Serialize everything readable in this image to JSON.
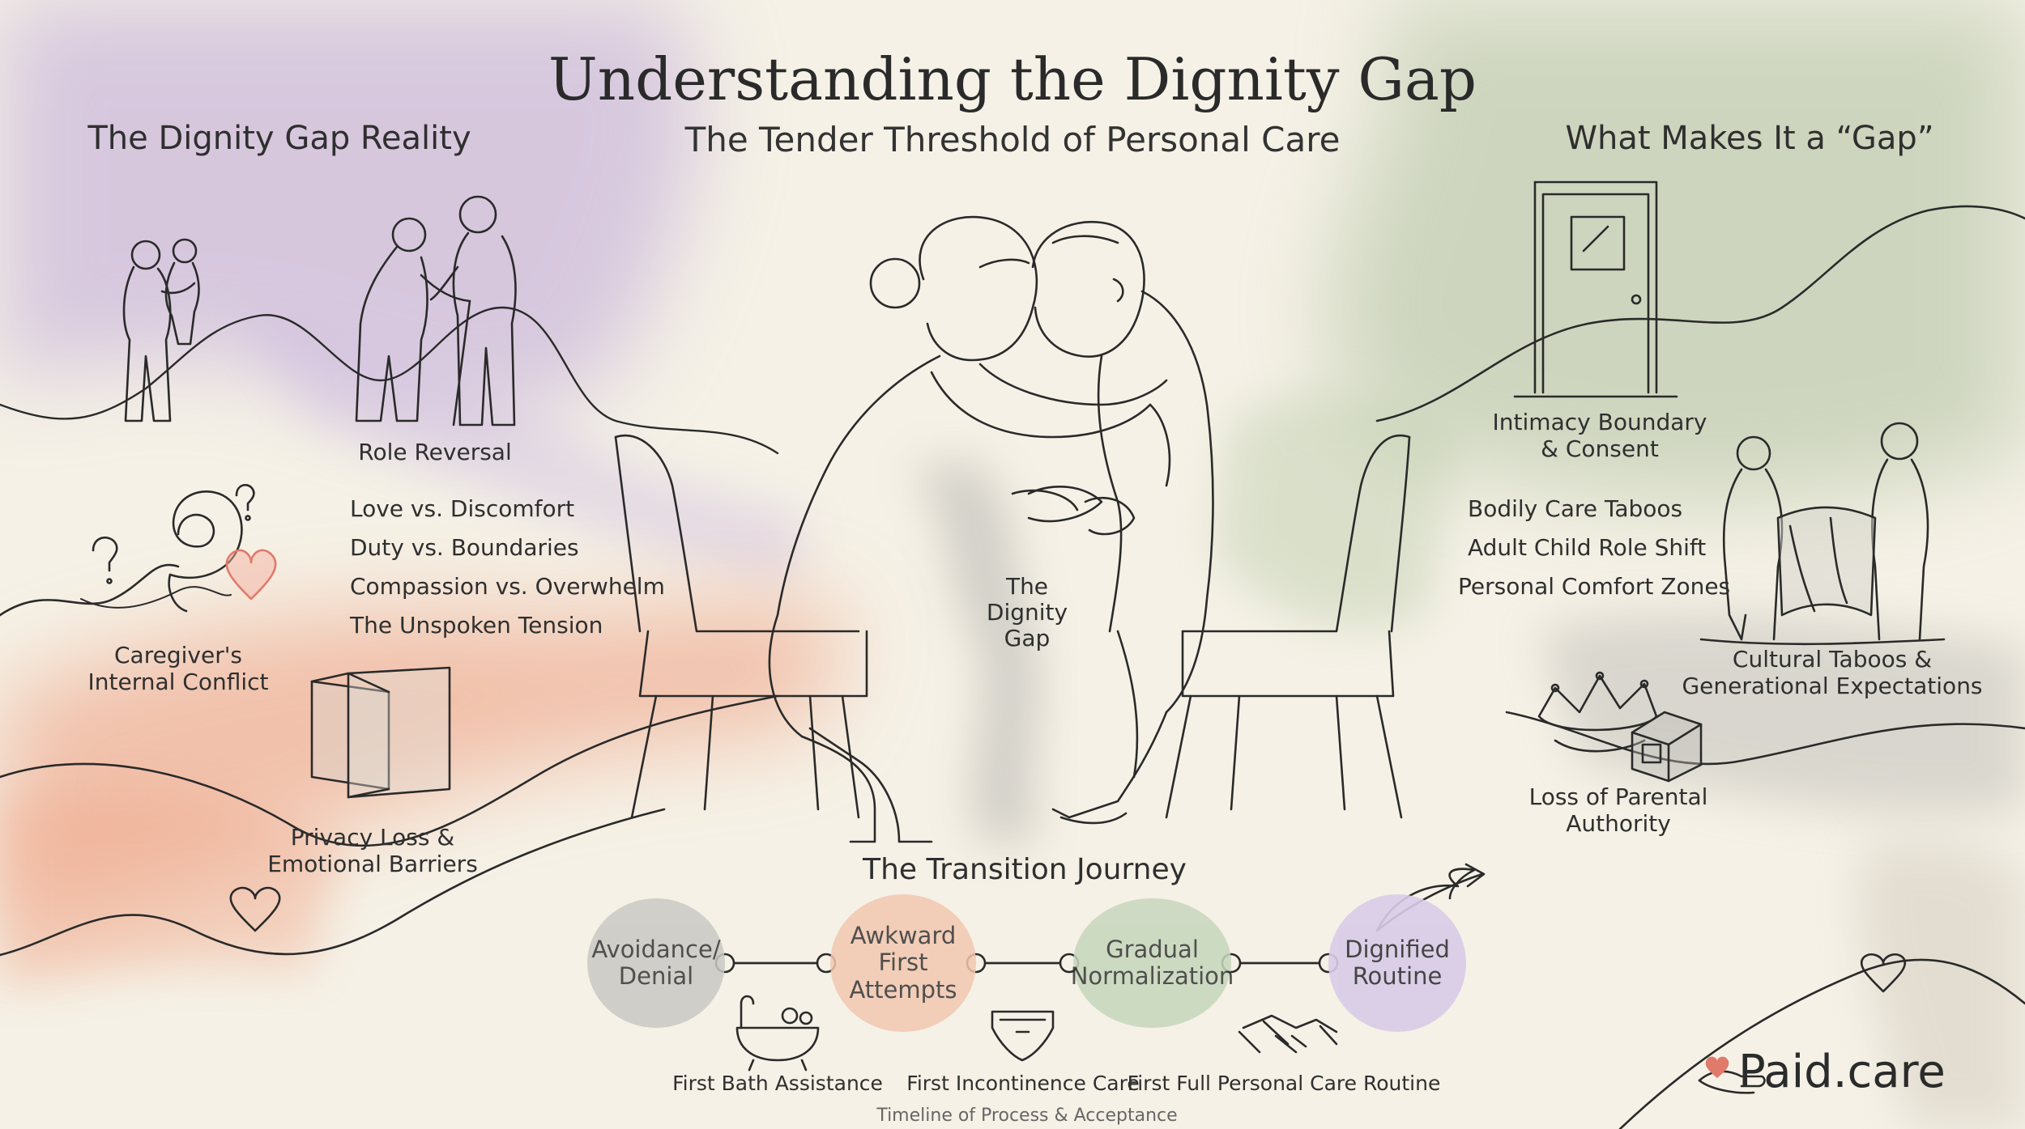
{
  "header": {
    "title": "Understanding the Dignity Gap",
    "subtitle": "The Tender Threshold of Personal Care"
  },
  "left_panel": {
    "heading": "The Dignity Gap Reality",
    "role_reversal": "Role Reversal",
    "tensions": [
      "Love vs. Discomfort",
      "Duty vs. Boundaries",
      "Compassion vs. Overwhelm",
      "The Unspoken Tension"
    ],
    "caregiver_conflict": [
      "Caregiver's",
      "Internal Conflict"
    ],
    "privacy_loss": [
      "Privacy Loss &",
      "Emotional Barriers"
    ]
  },
  "center": {
    "gap_label": [
      "The",
      "Dignity",
      "Gap"
    ]
  },
  "right_panel": {
    "heading": "What Makes It a “Gap”",
    "intimacy": [
      "Intimacy Boundary",
      "& Consent"
    ],
    "items": [
      "Bodily Care Taboos",
      "Adult Child Role Shift",
      "Personal Comfort Zones"
    ],
    "cultural": [
      "Cultural Taboos &",
      "Generational Expectations"
    ],
    "parental": [
      "Loss of Parental",
      "Authority"
    ]
  },
  "journey": {
    "heading": "The Transition Journey",
    "stages": [
      {
        "label": "Avoidance/\nDenial",
        "color": "#c9c9c3"
      },
      {
        "label": "Awkward\nFirst\nAttempts",
        "color": "#f2c7b0"
      },
      {
        "label": "Gradual\nNormalization",
        "color": "#c7d6bc"
      },
      {
        "label": "Dignified\nRoutine",
        "color": "#d9cce8"
      }
    ],
    "milestones": [
      "First Bath Assistance",
      "First Incontinence Care",
      "First Full Personal Care Routine"
    ],
    "caption": "Timeline of Process & Acceptance"
  },
  "brand": {
    "name": "Paid",
    "suffix": ".care",
    "heart_color": "#e07a6a"
  },
  "colors": {
    "background": "#f5f1e6",
    "purple_wash": "#b89fd6",
    "orange_wash": "#ee9a7a",
    "green_wash": "#9fb58f",
    "gray_wash": "#9a9a98",
    "line": "#2a2a2a",
    "heart": "#e07a6a"
  },
  "icons": [
    "family-icon",
    "elderly-support-icon",
    "spiral-question-icon",
    "heart-icon",
    "glass-panels-icon",
    "door-icon",
    "couple-blanket-icon",
    "crown-icon",
    "block-icon",
    "bathtub-icon",
    "diaper-icon",
    "handshake-icon",
    "caregiver-embrace-illustration",
    "chair-icon",
    "arrow-icon"
  ]
}
